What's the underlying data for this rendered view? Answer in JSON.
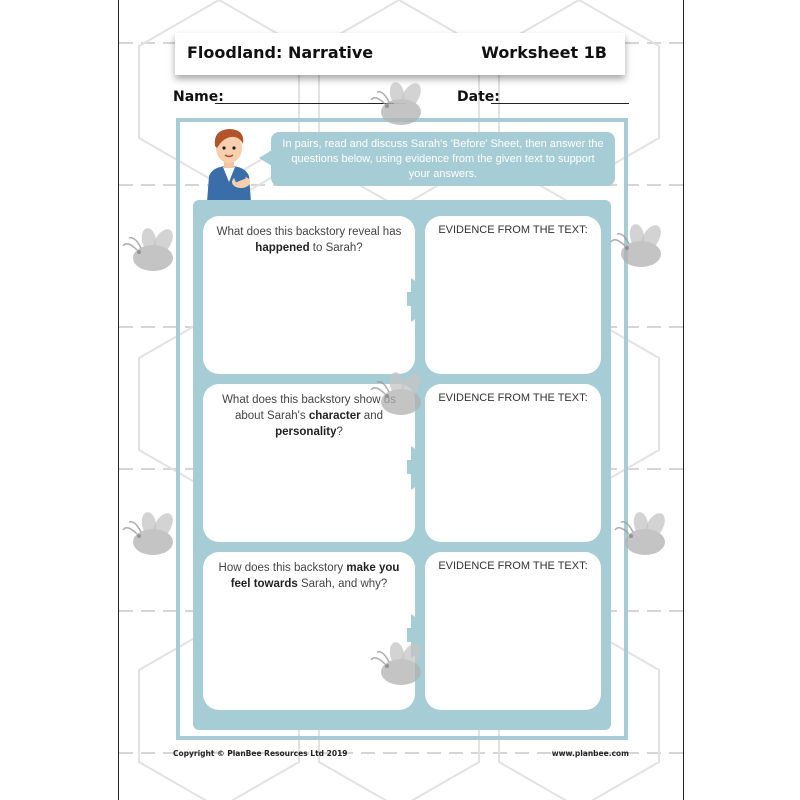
{
  "header": {
    "title": "Floodland: Narrative",
    "worksheet": "Worksheet 1B"
  },
  "fields": {
    "name_label": "Name:",
    "date_label": "Date:"
  },
  "instructions": "In pairs, read and discuss Sarah's 'Before' Sheet, then answer the questions below, using evidence from the given text to support your answers.",
  "evidence_label": "EVIDENCE FROM THE TEXT:",
  "questions": [
    {
      "pre": "What does this backstory reveal has ",
      "b1": "happened",
      "mid": " to Sarah?",
      "b2": "",
      "post": ""
    },
    {
      "pre": "What does this backstory show us about Sarah's ",
      "b1": "character",
      "mid": " and ",
      "b2": "personality",
      "post": "?"
    },
    {
      "pre": "How does this backstory ",
      "b1": "make you feel towards",
      "mid": " Sarah, and why?",
      "b2": "",
      "post": ""
    }
  ],
  "footer": {
    "copyright": "Copyright © PlanBee Resources Ltd 2019",
    "website": "www.planbee.com"
  },
  "colors": {
    "accent": "#a6ccd5",
    "text": "#111111"
  },
  "icons": [
    "teacher-character-icon",
    "planbee-bee-watermark-icon"
  ]
}
